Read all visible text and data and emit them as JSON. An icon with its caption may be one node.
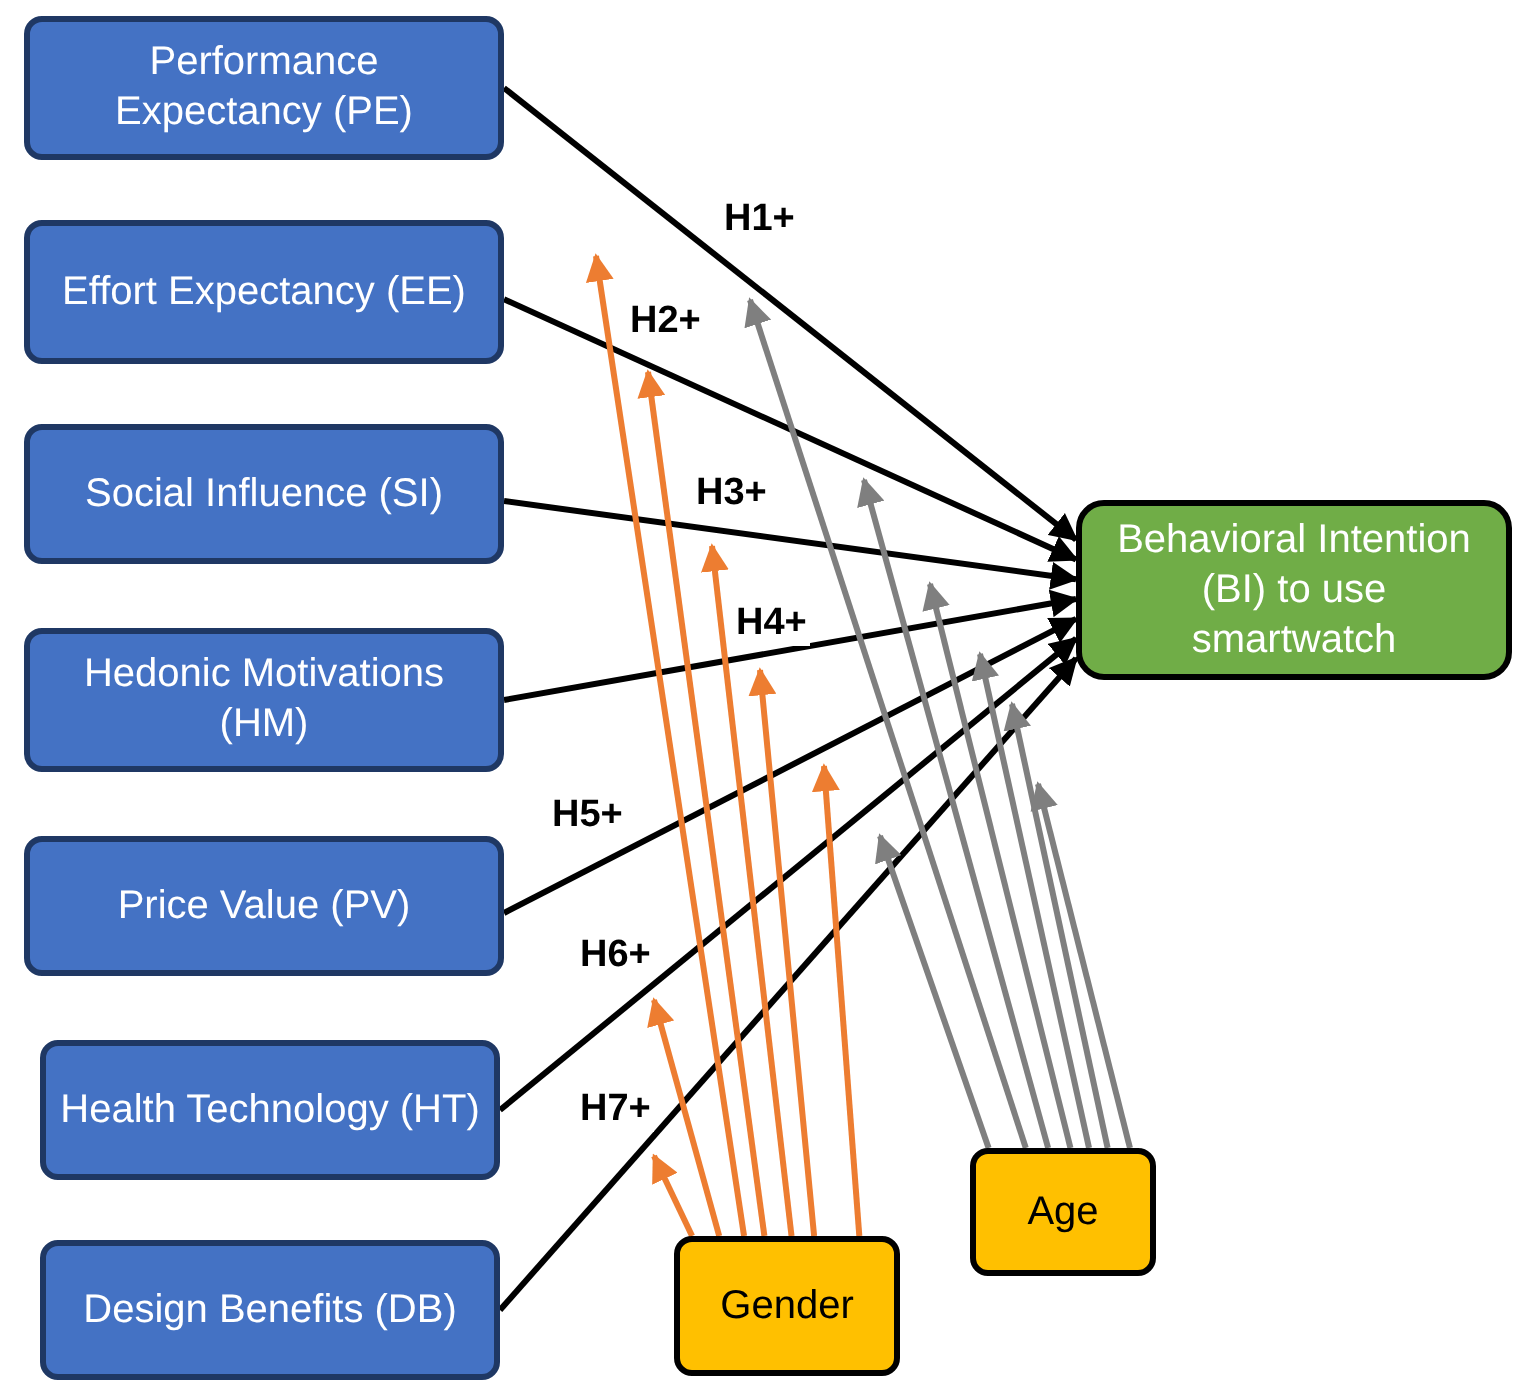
{
  "diagram": {
    "nodes": [
      {
        "text": [
          "Performance Expectancy (PE)"
        ]
      },
      {
        "text": [
          "Effort Expectancy (EE)"
        ]
      },
      {
        "text": [
          "Social Influence (SI)"
        ]
      },
      {
        "text": [
          "Hedonic Motivations (HM)"
        ]
      },
      {
        "text": [
          "Price Value (PV)"
        ]
      },
      {
        "text": [
          "Health Technology (HT)"
        ]
      },
      {
        "text": [
          "Design Benefits (DB)"
        ]
      },
      {
        "text": [
          "Behavioral Intention (BI) to use smartwatch"
        ]
      },
      {
        "text": [
          "Age"
        ]
      },
      {
        "text": [
          "Gender"
        ]
      }
    ],
    "edges": [
      {
        "from": 0,
        "to": 7,
        "arrow": "to",
        "label": "H1+"
      },
      {
        "from": 1,
        "to": 7,
        "arrow": "to",
        "label": "H2+"
      },
      {
        "from": 2,
        "to": 7,
        "arrow": "to",
        "label": "H3+"
      },
      {
        "from": 3,
        "to": 7,
        "arrow": "to",
        "label": "H4+"
      },
      {
        "from": 4,
        "to": 7,
        "arrow": "to",
        "label": "H5+"
      },
      {
        "from": 5,
        "to": 7,
        "arrow": "to",
        "label": "H6+"
      },
      {
        "from": 6,
        "to": 7,
        "arrow": "to",
        "label": "H7+"
      },
      {
        "from": 9,
        "to": null,
        "arrow": "to",
        "color": "#ed7d31"
      },
      {
        "from": 9,
        "to": null,
        "arrow": "to",
        "color": "#ed7d31"
      },
      {
        "from": 9,
        "to": null,
        "arrow": "to",
        "color": "#ed7d31"
      },
      {
        "from": 9,
        "to": null,
        "arrow": "to",
        "color": "#ed7d31"
      },
      {
        "from": 9,
        "to": null,
        "arrow": "to",
        "color": "#ed7d31"
      },
      {
        "from": 9,
        "to": null,
        "arrow": "to",
        "color": "#ed7d31"
      },
      {
        "from": 9,
        "to": null,
        "arrow": "to",
        "color": "#ed7d31"
      },
      {
        "from": 8,
        "to": null,
        "arrow": "to",
        "color": "#7f7f7f"
      },
      {
        "from": 8,
        "to": null,
        "arrow": "to",
        "color": "#7f7f7f"
      },
      {
        "from": 8,
        "to": null,
        "arrow": "to",
        "color": "#7f7f7f"
      },
      {
        "from": 8,
        "to": null,
        "arrow": "to",
        "color": "#7f7f7f"
      },
      {
        "from": 8,
        "to": null,
        "arrow": "to",
        "color": "#7f7f7f"
      },
      {
        "from": 8,
        "to": null,
        "arrow": "to",
        "color": "#7f7f7f"
      },
      {
        "from": 8,
        "to": null,
        "arrow": "to",
        "color": "#7f7f7f"
      }
    ]
  }
}
